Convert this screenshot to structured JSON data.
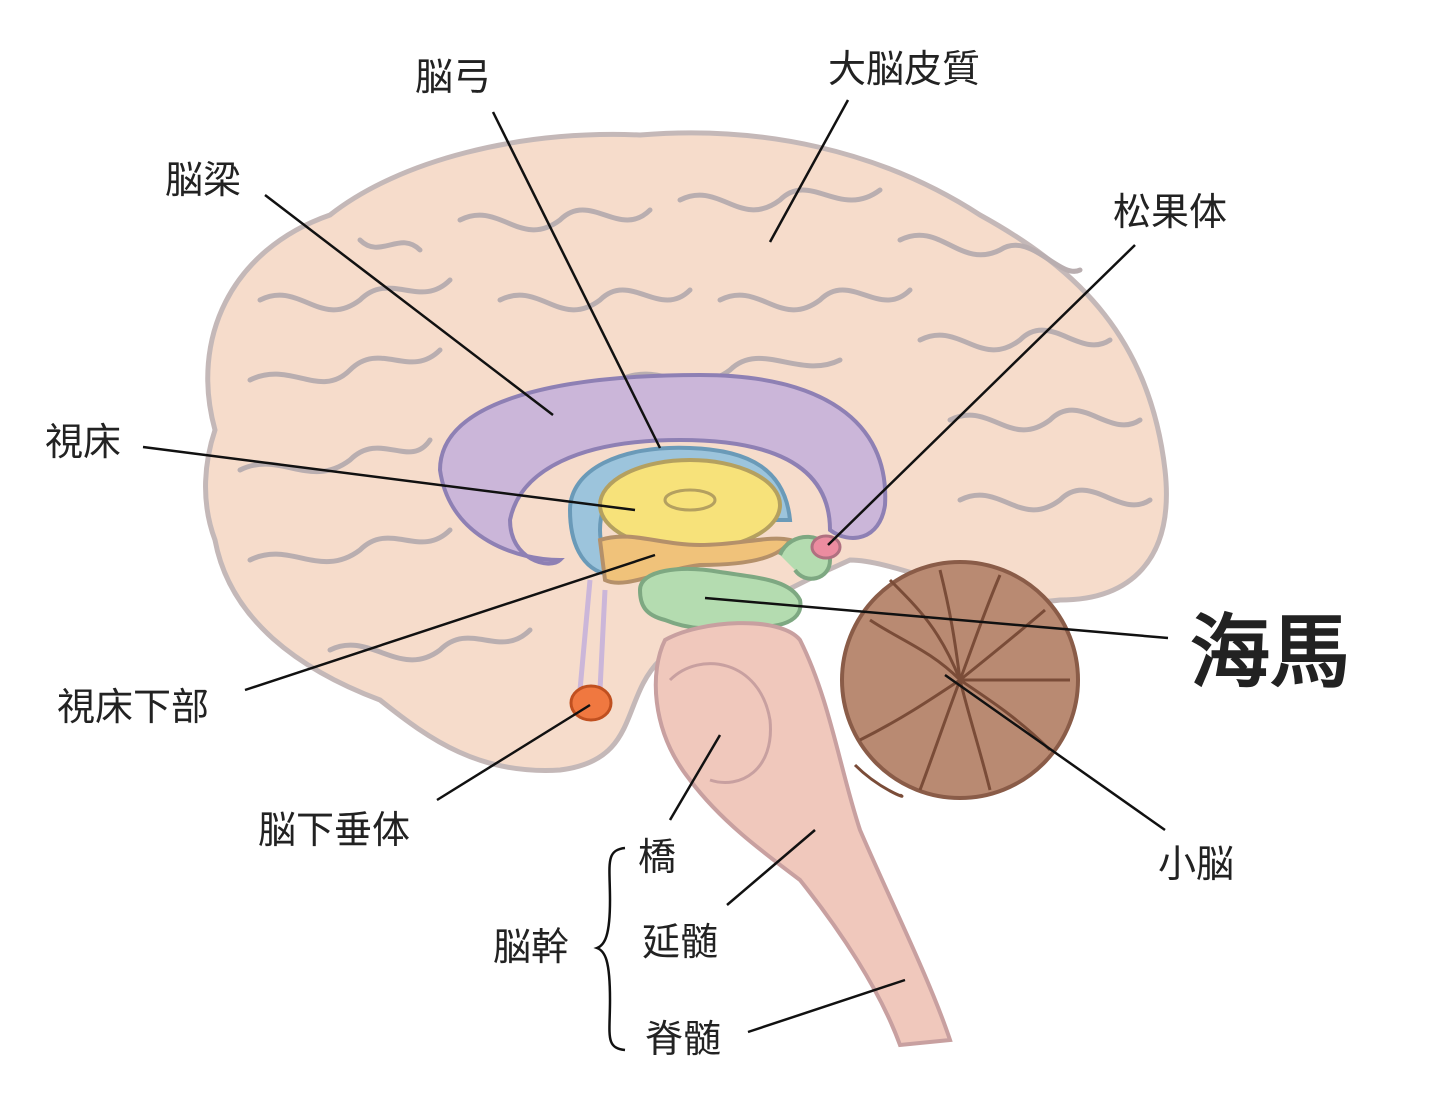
{
  "title": "脳の構造",
  "labels": {
    "fornix": "脳弓",
    "cerebral_cortex": "大脳皮質",
    "corpus_callosum": "脳梁",
    "pineal_body": "松果体",
    "thalamus": "視床",
    "hippocampus": "海馬",
    "hypothalamus": "視床下部",
    "pituitary": "脳下垂体",
    "pons": "橋",
    "medulla": "延髄",
    "brainstem": "脳幹",
    "spinal_cord": "脊髄",
    "cerebellum": "小脳"
  },
  "colors": {
    "highlight": "#ee1111",
    "cerebrum": "#f6dccb",
    "corpus_callosum": "#cbb6d9",
    "fornix": "#9cc4dc",
    "thalamus": "#f7e27a",
    "hypothalamus": "#f0c27a",
    "hippocampus": "#b4dcb0",
    "pineal": "#ec8ca0",
    "pituitary": "#f07840",
    "cerebellum": "#b98a72",
    "brainstem": "#f0c8bc"
  }
}
